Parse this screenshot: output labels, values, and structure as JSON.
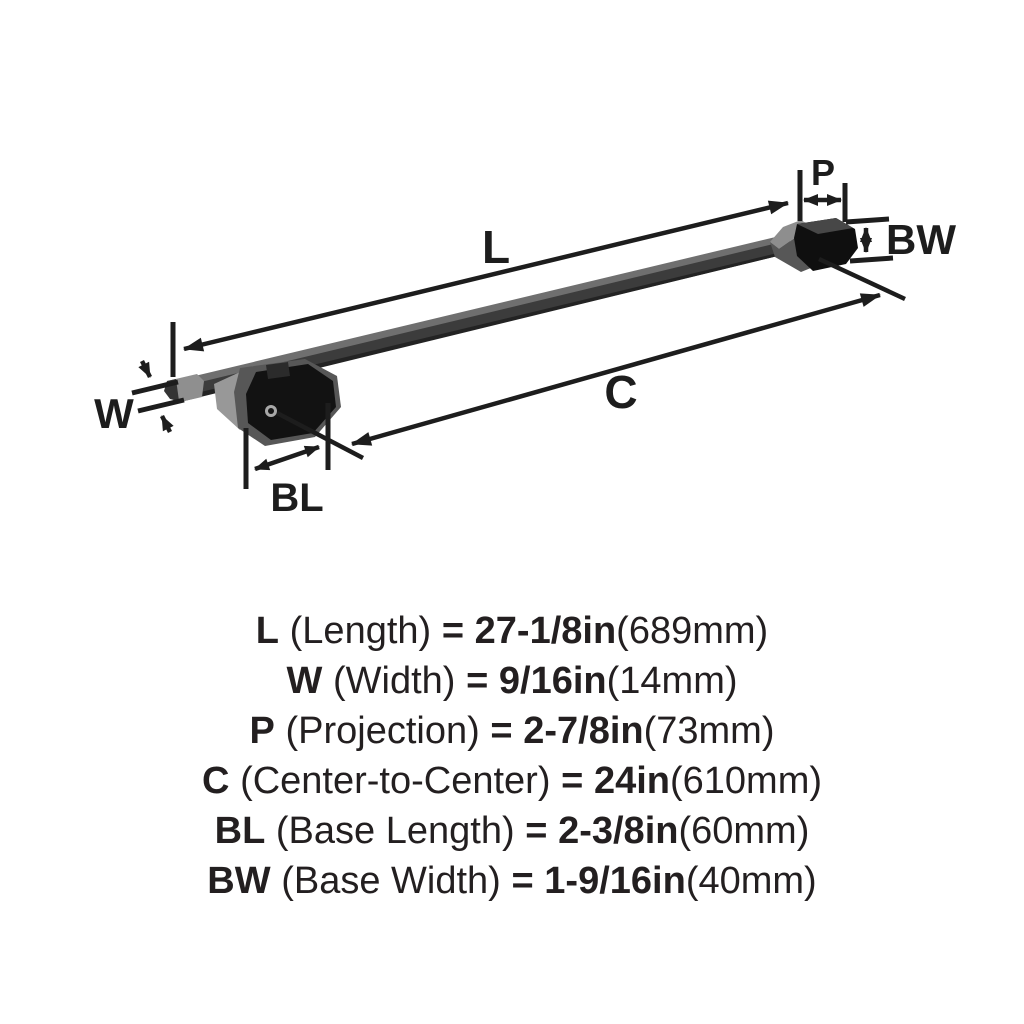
{
  "page": {
    "background_color": "#ffffff",
    "text_color": "#231f20",
    "line_color": "#1d1d1d",
    "bar_color": "#3c3c3c",
    "post_color": "#121212"
  },
  "diagram": {
    "labels": {
      "length": "L",
      "width": "W",
      "projection": "P",
      "center": "C",
      "base_length": "BL",
      "base_width": "BW"
    }
  },
  "specs": [
    {
      "symbol": "L",
      "name": "(Length)",
      "eq": "=",
      "value": "27-1/8in",
      "metric": "(689mm)"
    },
    {
      "symbol": "W",
      "name": "(Width)",
      "eq": "=",
      "value": "9/16in",
      "metric": "(14mm)"
    },
    {
      "symbol": "P",
      "name": "(Projection)",
      "eq": "=",
      "value": "2-7/8in",
      "metric": "(73mm)"
    },
    {
      "symbol": "C",
      "name": "(Center-to-Center)",
      "eq": "=",
      "value": "24in",
      "metric": "(610mm)"
    },
    {
      "symbol": "BL",
      "name": "(Base Length)",
      "eq": "=",
      "value": "2-3/8in",
      "metric": "(60mm)"
    },
    {
      "symbol": "BW",
      "name": "(Base Width)",
      "eq": "=",
      "value": "1-9/16in",
      "metric": "(40mm)"
    }
  ]
}
